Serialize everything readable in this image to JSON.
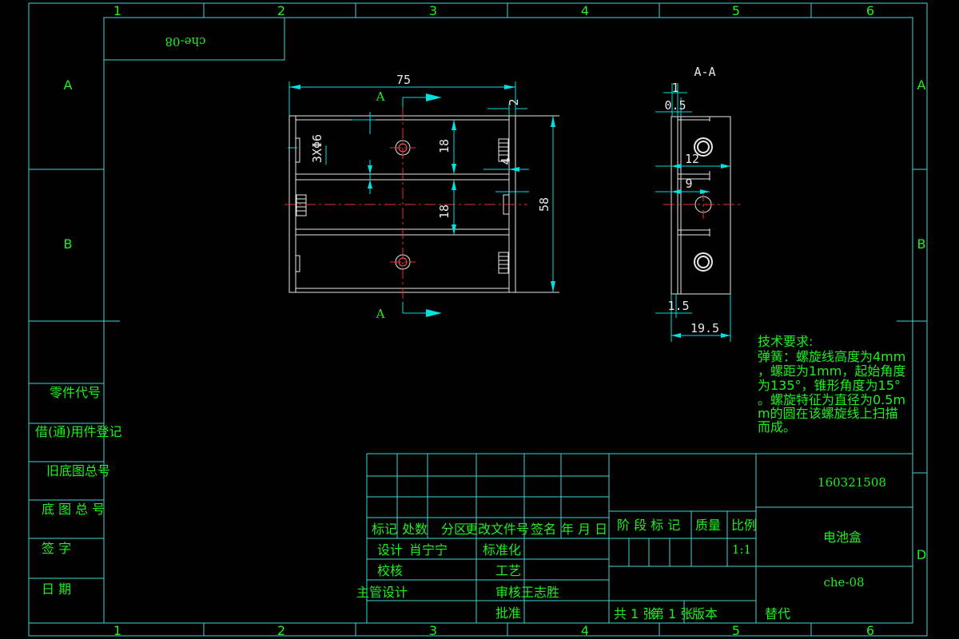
{
  "colors": {
    "frame": "#3fd7d7",
    "object": "#e8e8e8",
    "dimension": "#00e0e0",
    "text": "#1ef01e",
    "centerline": "#ff2a2a"
  },
  "zones": {
    "columns": [
      "1",
      "2",
      "3",
      "4",
      "5",
      "6"
    ],
    "rows_left": [
      "A",
      "B"
    ],
    "rows_right": [
      "A",
      "B",
      "D"
    ]
  },
  "corner_code": "che-08",
  "front_view": {
    "section_marker": "A",
    "dims": {
      "width": "75",
      "height": "58",
      "wall": "2",
      "upper_pitch": "18",
      "lower_pitch": "18",
      "slot": "4",
      "dia_label": "3XΦ6"
    }
  },
  "side_view": {
    "title": "A-A",
    "dims": {
      "d1": "1",
      "d2": "0.5",
      "d3": "12",
      "d4": "9",
      "d5": "1.5",
      "d6": "19.5"
    }
  },
  "notes": {
    "title": "技术要求:",
    "lines": [
      "弹簧：螺旋线高度为4mm",
      "，螺距为1mm，起始角度",
      "为135°，锥形角度为15°",
      "。螺旋特征为直径为0.5m",
      "m的圆在该螺旋线上扫描",
      "而成。"
    ]
  },
  "side_labels": [
    "零件代号",
    "借(通)用件登记",
    "旧底图总号",
    "底 图 总 号",
    "签     字",
    "日     期"
  ],
  "title_block": {
    "drawing_no": "160321508",
    "name": "电池盒",
    "code": "che-08",
    "scale": "1:1",
    "header": {
      "mark": "标记",
      "count": "处数",
      "zone": "分区",
      "change_doc": "更改文件号",
      "sign": "签名",
      "date": "年 月 日"
    },
    "stage_label": "阶 段 标 记",
    "weight_label": "质量",
    "scale_label": "比例",
    "design": "设计",
    "designer": "肖宁宁",
    "standard": "标准化",
    "check": "校核",
    "process": "工艺",
    "lead_design": "主管设计",
    "review": "审核",
    "reviewer": "王志胜",
    "approve": "批准",
    "sheets_total": "共 1 张",
    "sheet_no": "第 1 张",
    "version": "版本",
    "replace": "替代"
  }
}
